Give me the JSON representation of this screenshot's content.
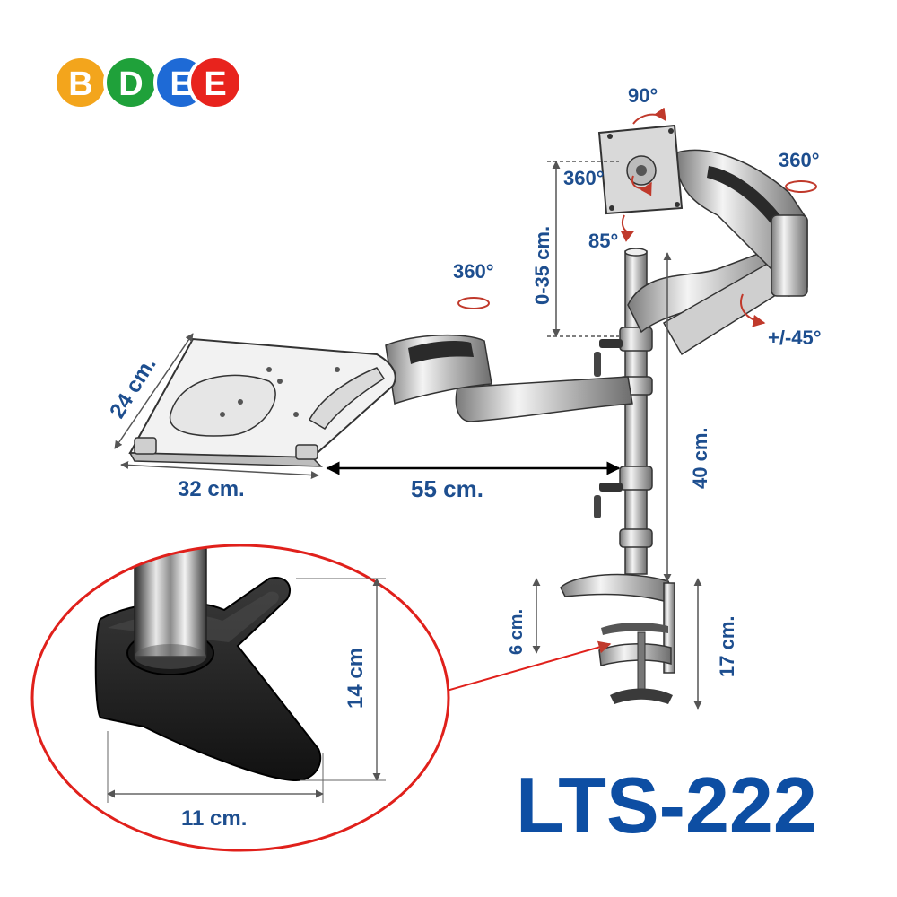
{
  "brand": {
    "letters": [
      "B",
      "D",
      "E",
      "E"
    ],
    "colors": [
      "#f3a51c",
      "#1fa13a",
      "#1e6ad6",
      "#e8231d"
    ]
  },
  "model": "LTS-222",
  "rotations": {
    "tilt_top": "90°",
    "vesa_rotate": "360°",
    "tilt_down": "85°",
    "arm_swivel": "360°",
    "tray_swivel": "360°",
    "arm_tilt": "+/-45°"
  },
  "dimensions": {
    "height_adjust": "0-35 cm.",
    "tray_depth": "24 cm.",
    "tray_width": "32 cm.",
    "arm_reach": "55 cm.",
    "pole_height": "40 cm.",
    "clamp_opening": "6 cm.",
    "clamp_height": "17 cm.",
    "base_height": "14 cm",
    "base_width": "11 cm."
  },
  "colors": {
    "dimension_text": "#1d4e8f",
    "arrow": "#c0392b",
    "inset_border": "#e0201b"
  }
}
